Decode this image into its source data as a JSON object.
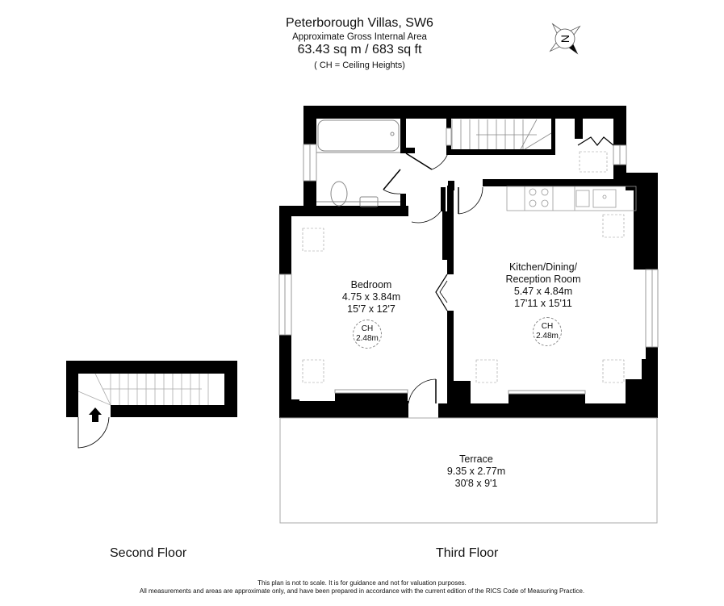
{
  "header": {
    "title": "Peterborough Villas, SW6",
    "subtitle": "Approximate Gross Internal Area",
    "area": "63.43 sq m /  683 sq ft",
    "note": "( CH = Ceiling Heights)"
  },
  "compass": {
    "icon": "north-compass-icon",
    "label": "N"
  },
  "rooms": {
    "bedroom": {
      "name": "Bedroom",
      "metric": "4.75 x 3.84m",
      "imperial": "15'7 x 12'7",
      "ch_label": "CH",
      "ch_value": "2.48m"
    },
    "kitchen": {
      "name_line1": "Kitchen/Dining/",
      "name_line2": "Reception Room",
      "metric": "5.47 x 4.84m",
      "imperial": "17'11 x 15'11",
      "ch_label": "CH",
      "ch_value": "2.48m"
    },
    "terrace": {
      "name": "Terrace",
      "metric": "9.35 x 2.77m",
      "imperial": "30'8 x 9'1"
    }
  },
  "floors": {
    "second": "Second Floor",
    "third": "Third Floor"
  },
  "disclaimer": {
    "line1": "This plan is not to scale. It is for guidance and not for valuation purposes.",
    "line2": "All measurements and areas are approximate only, and have been prepared in accordance with the current edition of the RICS Code of Measuring Practice."
  },
  "colors": {
    "wall": "#000000",
    "fixture": "#999999",
    "background": "#ffffff"
  }
}
